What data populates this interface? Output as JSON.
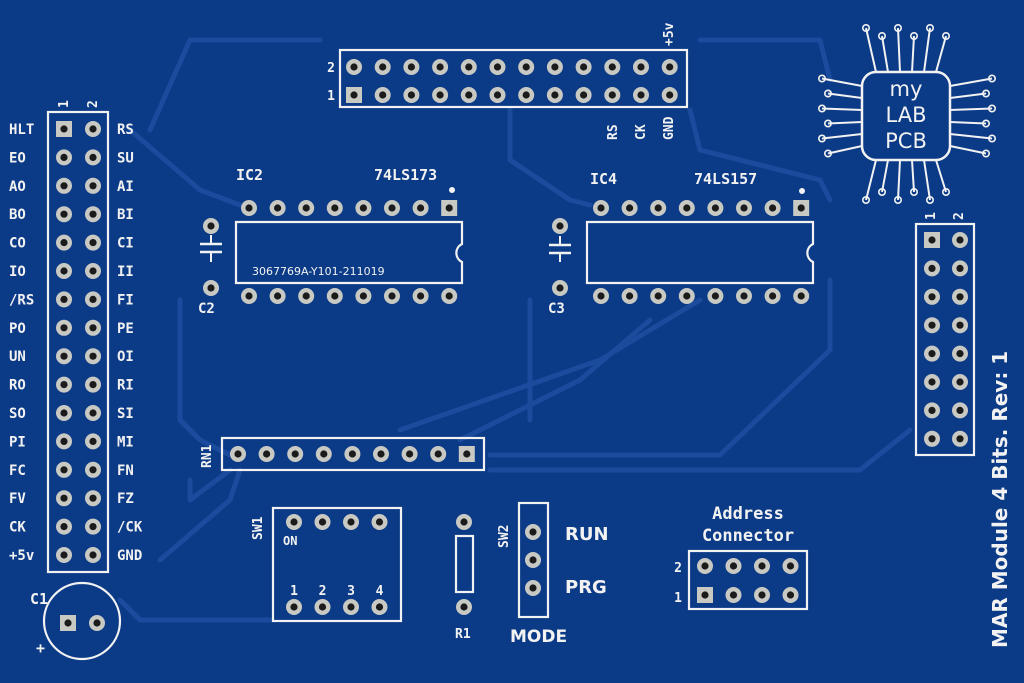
{
  "board": {
    "colors": {
      "board": "#0b3a86",
      "silkscreen": "#f2f2f2",
      "pad": "#c9c9c4",
      "hole": "#1b1b1b",
      "trace": "#1a4b9c"
    },
    "revision_text": "MAR Module 4 Bits. Rev: 1",
    "logo": {
      "line1": "my",
      "line2": "LAB",
      "line3": "PCB"
    }
  },
  "top_header": {
    "row_labels": [
      "2",
      "1"
    ],
    "pin_labels": [
      "+5v",
      "RS",
      "CK",
      "GND"
    ]
  },
  "left_header": {
    "col_labels": [
      "1",
      "2"
    ],
    "left_labels": [
      "HLT",
      "EO",
      "AO",
      "BO",
      "CO",
      "IO",
      "/RS",
      "PO",
      "UN",
      "RO",
      "SO",
      "PI",
      "FC",
      "FV",
      "CK",
      "+5v"
    ],
    "right_labels": [
      "RS",
      "SU",
      "AI",
      "BI",
      "CI",
      "II",
      "FI",
      "PE",
      "OI",
      "RI",
      "SI",
      "MI",
      "FN",
      "FZ",
      "/CK",
      "GND"
    ]
  },
  "right_header": {
    "col_labels": [
      "1",
      "2"
    ]
  },
  "ic2": {
    "ref": "IC2",
    "part": "74LS173",
    "marking": "3067769A-Y101-211019"
  },
  "ic4": {
    "ref": "IC4",
    "part": "74LS157"
  },
  "caps": {
    "c1": "C1",
    "c1_polarity": "+",
    "c2": "C2",
    "c3": "C3"
  },
  "rn1": "RN1",
  "sw1": {
    "ref": "SW1",
    "on_label": "ON",
    "pin_numbers": [
      "1",
      "2",
      "3",
      "4"
    ]
  },
  "r1": "R1",
  "sw2": {
    "ref": "SW2",
    "run_label": "RUN",
    "prg_label": "PRG",
    "mode_label": "MODE"
  },
  "address_connector": {
    "title_line1": "Address",
    "title_line2": "Connector",
    "row_labels": [
      "2",
      "1"
    ]
  }
}
